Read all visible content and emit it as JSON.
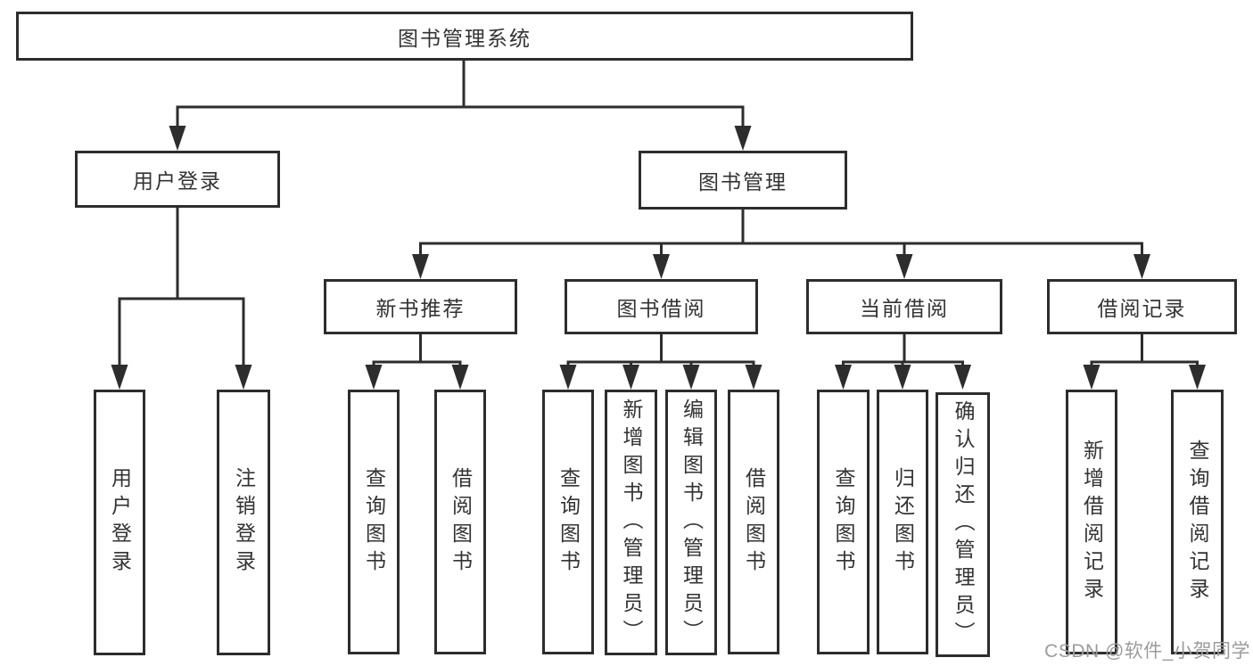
{
  "diagram": {
    "root": {
      "label": "图书管理系统"
    },
    "level1": [
      {
        "label": "用户登录"
      },
      {
        "label": "图书管理"
      }
    ],
    "level2": [
      {
        "label": "新书推荐"
      },
      {
        "label": "图书借阅"
      },
      {
        "label": "当前借阅"
      },
      {
        "label": "借阅记录"
      }
    ],
    "leaves": {
      "user_login": [
        "用户登录",
        "注销登录"
      ],
      "new_book": [
        "查询图书",
        "借阅图书"
      ],
      "book_borrow": [
        "查询图书",
        "新增图书（管理员）",
        "编辑图书（管理员）",
        "借阅图书"
      ],
      "current_borrow": [
        "查询图书",
        "归还图书",
        "确认归还（管理员）"
      ],
      "borrow_records": [
        "新增借阅记录",
        "查询借阅记录"
      ]
    }
  },
  "watermark": {
    "text": "CSDN @软件_小贺同学"
  },
  "colors": {
    "line": "#2d2d2d",
    "box_border": "#2d2d2d",
    "text": "#333333",
    "background": "#ffffff",
    "watermark": "#9b9b9b"
  }
}
